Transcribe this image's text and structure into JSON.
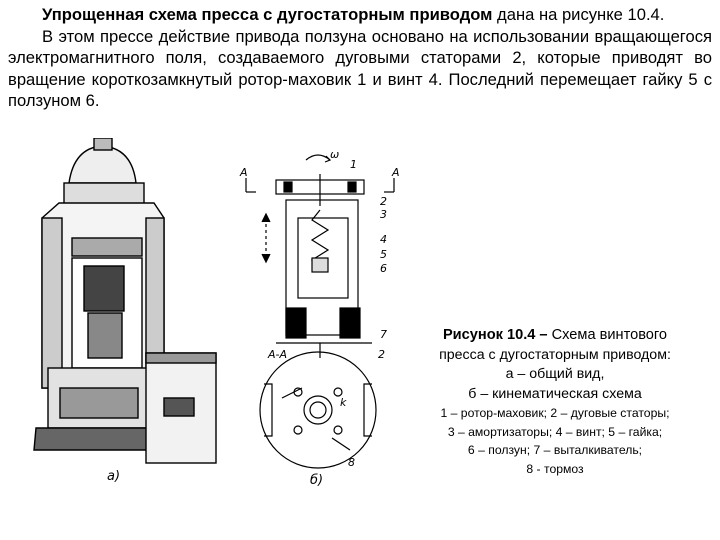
{
  "intro": {
    "p1_bold": "Упрощенная схема пресса с дугостаторным приводом",
    "p1_rest": " дана на рисунке 10.4.",
    "p2": "В этом прессе действие привода ползуна основано на использовании вращающегося электромагнитного поля, создаваемого дуговыми статорами 2, которые приводят во вращение короткозамкнутый ротор-маховик 1 и винт 4. Последний перемещает гайку 5 с ползуном 6."
  },
  "figure_a": {
    "label": "а)"
  },
  "figure_b": {
    "label": "б)",
    "section_label": "А-А",
    "arrow_label_left": "А",
    "arrow_label_right": "А",
    "omega": "ω",
    "numbers": [
      "1",
      "2",
      "3",
      "4",
      "5",
      "6",
      "7",
      "2",
      "8"
    ],
    "k_label": "k"
  },
  "caption": {
    "title_bold": "Рисунок 10.4 –",
    "title_rest": " Схема  винтового",
    "line2": "пресса с дугостаторным приводом:",
    "line3": "а – общий вид,",
    "line4": "б – кинематическая схема",
    "line5": "1 – ротор-маховик; 2 – дуговые статоры;",
    "line6": "3 – амортизаторы; 4 – винт; 5 – гайка;",
    "line7": "6 – ползун; 7 – выталкиватель;",
    "line8": "8 - тормоз"
  }
}
